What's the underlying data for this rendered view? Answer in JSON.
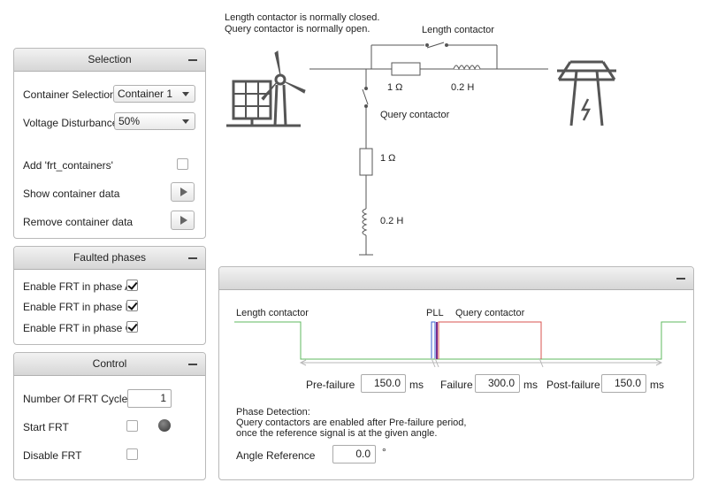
{
  "notes": {
    "line1": "Length contactor is normally closed.",
    "line2": "Query contactor is normally open."
  },
  "diagram": {
    "length_contactor": "Length contactor",
    "query_contactor": "Query contactor",
    "r_series": "1 Ω",
    "l_series": "0.2 H",
    "r_shunt": "1 Ω",
    "l_shunt": "0.2 H"
  },
  "selection": {
    "title": "Selection",
    "container_label": "Container Selection",
    "container_value": "Container 1",
    "voltage_label": "Voltage Disturbance",
    "voltage_value": "50%",
    "add_label": "Add 'frt_containers'",
    "add_checked": false,
    "show_label": "Show container data",
    "remove_label": "Remove container data"
  },
  "faulted": {
    "title": "Faulted phases",
    "phases": [
      {
        "label": "Enable FRT in phase A",
        "checked": true
      },
      {
        "label": "Enable FRT in phase B",
        "checked": true
      },
      {
        "label": "Enable FRT in phase C",
        "checked": true
      }
    ]
  },
  "control": {
    "title": "Control",
    "cycles_label": "Number Of FRT Cycles",
    "cycles_value": "1",
    "start_label": "Start FRT",
    "disable_label": "Disable FRT"
  },
  "timing": {
    "length_contactor": "Length contactor",
    "pll": "PLL",
    "query_contactor": "Query contactor",
    "pre_label": "Pre-failure",
    "pre_value": "150.0",
    "failure_label": "Failure",
    "failure_value": "300.0",
    "post_label": "Post-failure",
    "post_value": "150.0",
    "unit": "ms",
    "phase_heading": "Phase Detection:",
    "phase_line1": "Query contactors are enabled after Pre-failure period,",
    "phase_line2": "once the reference signal is at the given angle.",
    "angle_label": "Angle Reference",
    "angle_value": "0.0",
    "angle_unit": "°"
  },
  "colors": {
    "green": "#5fb85f",
    "red": "#d9534f",
    "blue": "#3a5fcd",
    "purple": "#7a2a8a",
    "axis": "#b8b8b8"
  }
}
